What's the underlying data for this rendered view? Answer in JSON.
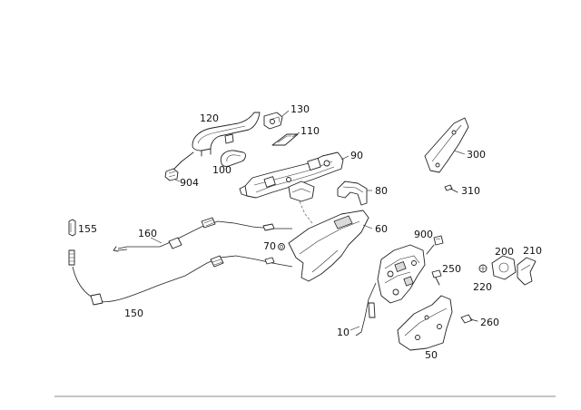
{
  "labels": {
    "p10": "10",
    "p50": "50",
    "p60": "60",
    "p70": "70",
    "p80": "80",
    "p90": "90",
    "p100": "100",
    "p110": "110",
    "p120": "120",
    "p130": "130",
    "p150": "150",
    "p155": "155",
    "p160": "160",
    "p200": "200",
    "p210": "210",
    "p220": "220",
    "p250": "250",
    "p260": "260",
    "p300": "300",
    "p310": "310",
    "p900": "900",
    "p904": "904"
  }
}
